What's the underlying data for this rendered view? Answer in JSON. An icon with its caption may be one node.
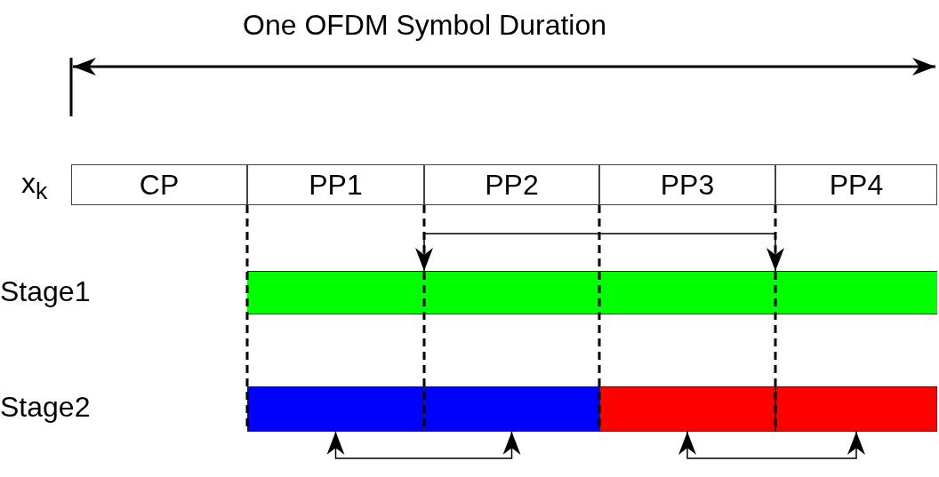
{
  "diagram": {
    "nodes": [
      {
        "text": [
          "CP"
        ]
      },
      {
        "text": [
          "PP1"
        ]
      },
      {
        "text": [
          "PP2"
        ]
      },
      {
        "text": [
          "PP3"
        ]
      },
      {
        "text": [
          "PP4"
        ]
      },
      {
        "text": [],
        "shape": "bar"
      },
      {
        "text": [],
        "shape": "bar"
      },
      {
        "text": [],
        "shape": "bar"
      },
      {
        "text": [],
        "shape": "bar"
      },
      {
        "text": [],
        "shape": "bar"
      },
      {
        "text": [],
        "shape": "bar"
      },
      {
        "text": [],
        "shape": "bar"
      },
      {
        "text": [],
        "shape": "bar"
      }
    ],
    "edges": [
      {
        "from": 6,
        "to": 8,
        "arrow": "both"
      },
      {
        "from": 9,
        "to": 10,
        "arrow": "both"
      },
      {
        "from": 11,
        "to": 12,
        "arrow": "both"
      }
    ],
    "labels": [
      "One OFDM Symbol Duration",
      "x$_{k}$",
      "Stage1",
      "Stage2"
    ]
  }
}
